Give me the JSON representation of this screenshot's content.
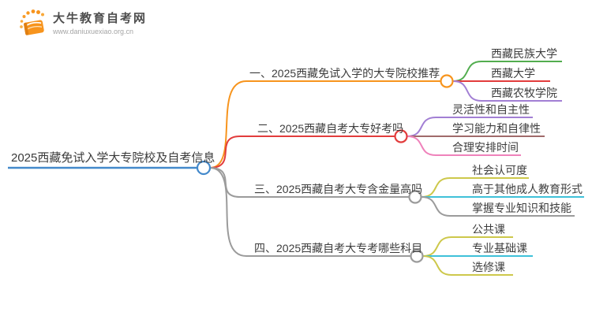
{
  "brand": {
    "name": "大牛教育自考网",
    "url": "www.daniuxuexiao.org.cn",
    "logo_icon": "book-icon",
    "accent_color": "#f7941d"
  },
  "mindmap": {
    "root": {
      "label": "2025西藏免试入学大专院校及自考信息",
      "color": "#4389cb"
    },
    "branches": [
      {
        "label": "一、2025西藏免试入学的大专院校推荐",
        "color": "#f7941d",
        "children": [
          {
            "label": "西藏民族大学",
            "color": "#52ad4f"
          },
          {
            "label": "西藏大学",
            "color": "#e23c3c"
          },
          {
            "label": "西藏农牧学院",
            "color": "#a27fd4"
          }
        ]
      },
      {
        "label": "二、2025西藏自考大专好考吗",
        "color": "#e23c3c",
        "children": [
          {
            "label": "灵活性和自主性",
            "color": "#a27fd4"
          },
          {
            "label": "学习能力和自律性",
            "color": "#a06a6a"
          },
          {
            "label": "合理安排时间",
            "color": "#ef82bb"
          }
        ]
      },
      {
        "label": "三、2025西藏自考大专含金量高吗",
        "color": "#9b9b9b",
        "children": [
          {
            "label": "社会认可度",
            "color": "#cdc84b"
          },
          {
            "label": "高于其他成人教育形式",
            "color": "#3fc1d9"
          },
          {
            "label": "掌握专业知识和技能",
            "color": "#9b9b9b"
          }
        ]
      },
      {
        "label": "四、2025西藏自考大专考哪些科目",
        "color": "#9b9b9b",
        "children": [
          {
            "label": "公共课",
            "color": "#cdc84b"
          },
          {
            "label": "专业基础课",
            "color": "#3fc1d9"
          },
          {
            "label": "选修课",
            "color": "#cdc84b"
          }
        ]
      }
    ]
  }
}
